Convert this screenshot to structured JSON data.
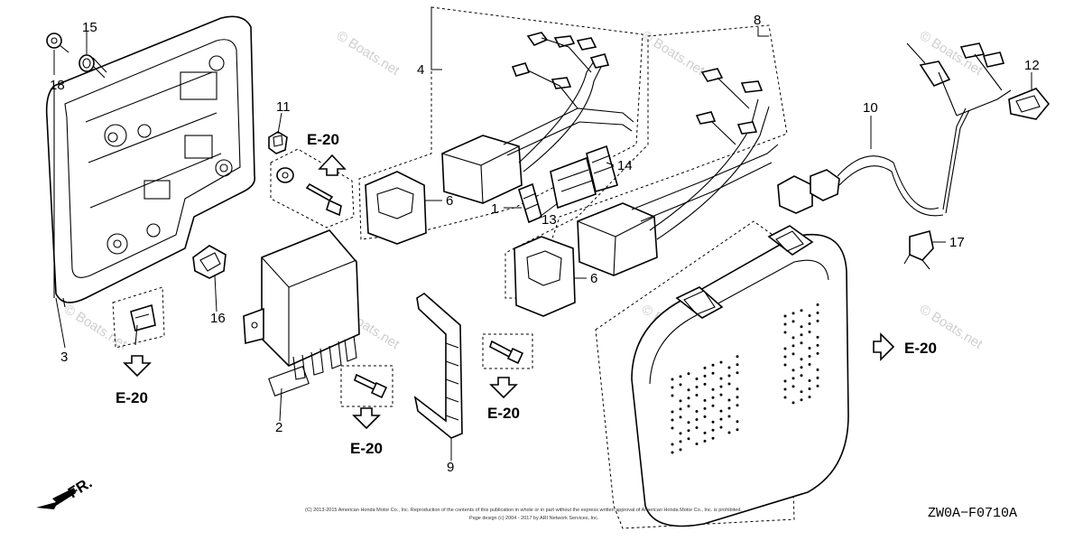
{
  "diagram": {
    "part_numbers": [
      "1",
      "2",
      "3",
      "4",
      "6",
      "6",
      "8",
      "9",
      "10",
      "11",
      "12",
      "13",
      "14",
      "15",
      "16",
      "17",
      "18"
    ],
    "ref_label": "E-20",
    "direction_label": "FR.",
    "code": "ZW0A−F0710A",
    "watermark": "© Boats.net",
    "copyright_line1": "(C) 2013-2015 American Honda Motor Co., Inc. Reproduction of the contents of this publication in whole or in part without the express written approval of American Honda Motor Co., Inc. is prohibited.",
    "copyright_line2": "Page design (c) 2004 - 2017 by ARI Network Services, Inc."
  }
}
